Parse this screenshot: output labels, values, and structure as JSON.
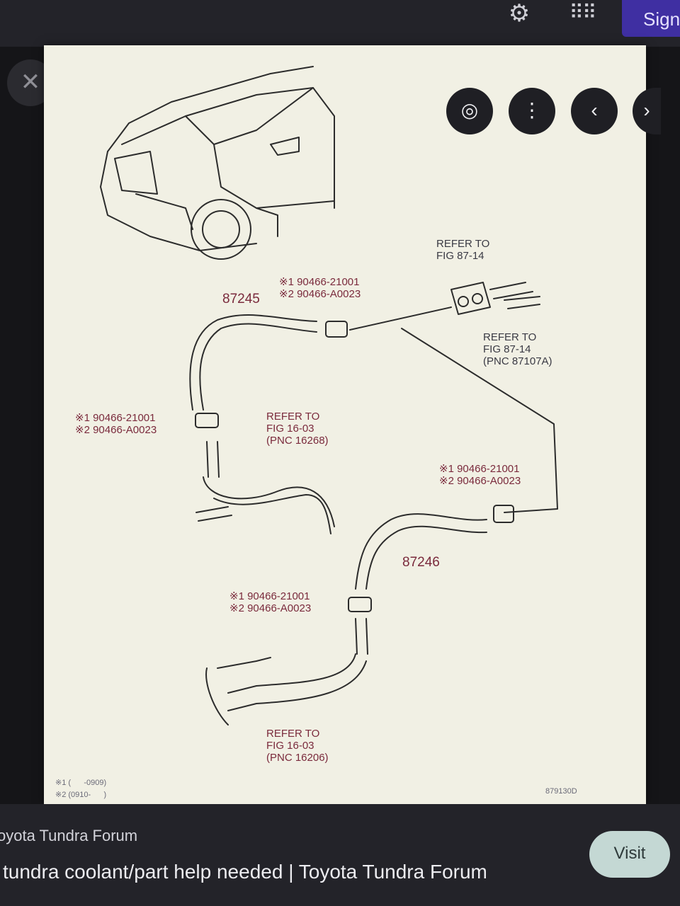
{
  "header": {
    "settings_icon": "gear-icon",
    "apps_icon": "apps-grid-icon",
    "signin_label": "Sign"
  },
  "viewer": {
    "close_icon": "close-icon",
    "controls": {
      "lens_icon": "lens-icon",
      "more_icon": "more-vert-icon",
      "prev_icon": "chevron-left-icon",
      "next_icon": "chevron-right-icon"
    },
    "diagram": {
      "refer_top": "REFER TO\nFIG 87-14",
      "refer_right": "REFER TO\nFIG 87-14\n(PNC 87107A)",
      "clamp_top": "※1 90466-21001\n※2 90466-A0023",
      "part_upper": "87245",
      "clamp_left": "※1 90466-21001\n※2 90466-A0023",
      "refer_mid": "REFER TO\nFIG 16-03\n(PNC 16268)",
      "clamp_right": "※1 90466-21001\n※2 90466-A0023",
      "part_lower": "87246",
      "clamp_bottom": "※1 90466-21001\n※2 90466-A0023",
      "refer_bottom": "REFER TO\nFIG 16-03\n(PNC 16206)",
      "footnote": "※1 (      -0909)\n※2 (0910-      )",
      "figure_code": "879130D"
    }
  },
  "result": {
    "site": "oyota Tundra Forum",
    "title": "tundra coolant/part help needed | Toyota Tundra Forum",
    "visit_label": "Visit"
  }
}
